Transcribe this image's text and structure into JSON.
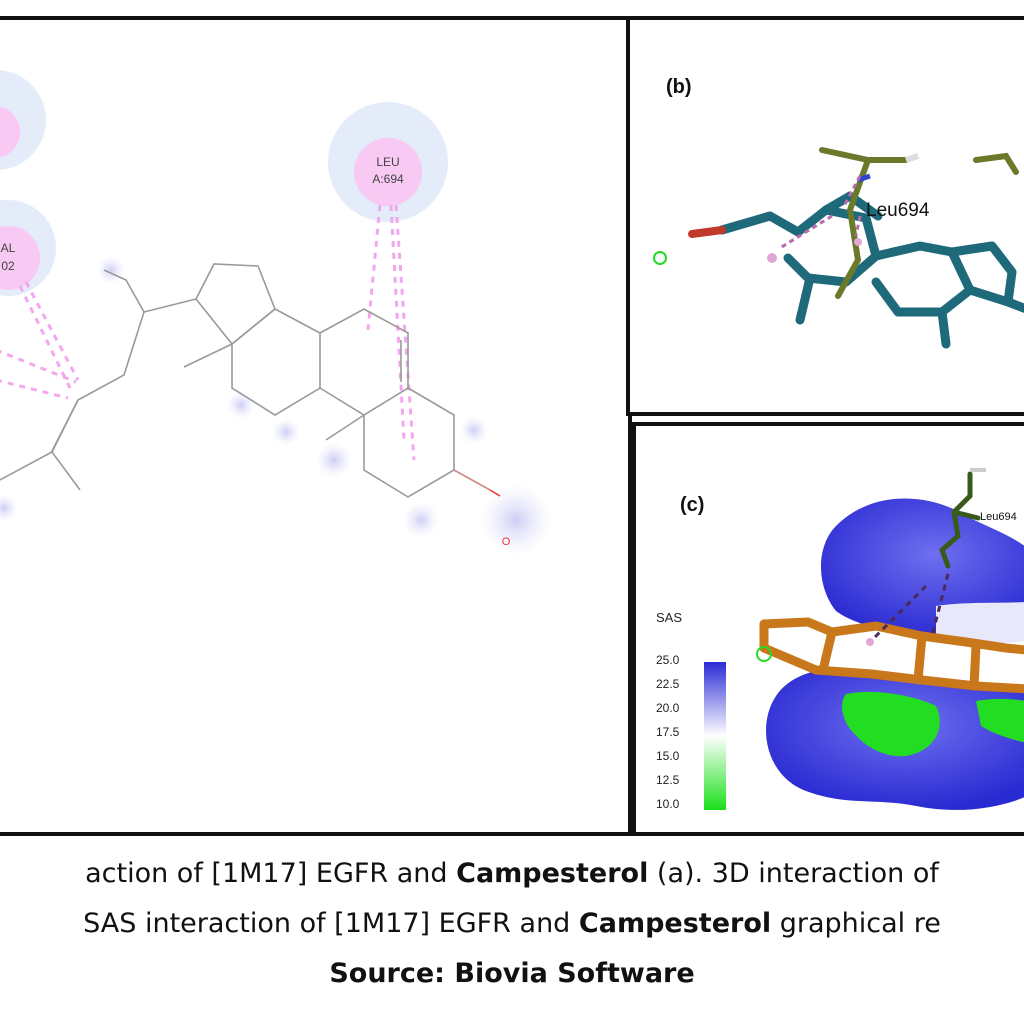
{
  "panel_a": {
    "residues": [
      {
        "name": "LEU",
        "id": "A:694"
      },
      {
        "name": "AL",
        "id": "02"
      }
    ],
    "atom_label": "O"
  },
  "panel_b": {
    "label": "(b)",
    "residue_label": "Leu694"
  },
  "panel_c": {
    "label": "(c)",
    "residue_label": "Leu694",
    "legend_title": "SAS",
    "legend_ticks": [
      "25.0",
      "22.5",
      "20.0",
      "17.5",
      "15.0",
      "12.5",
      "10.0"
    ],
    "colors": {
      "high": "#2b2bd6",
      "mid": "#ffffff",
      "low": "#18e018"
    }
  },
  "caption": {
    "line1_a": "action of [1M17] EGFR and ",
    "line1_b": "Campesterol",
    "line1_c": " (a). 3D interaction of",
    "line2_a": "SAS interaction of [1M17] EGFR and ",
    "line2_b": "Campesterol",
    "line2_c": " graphical re",
    "line3": "Source: Biovia Software"
  }
}
